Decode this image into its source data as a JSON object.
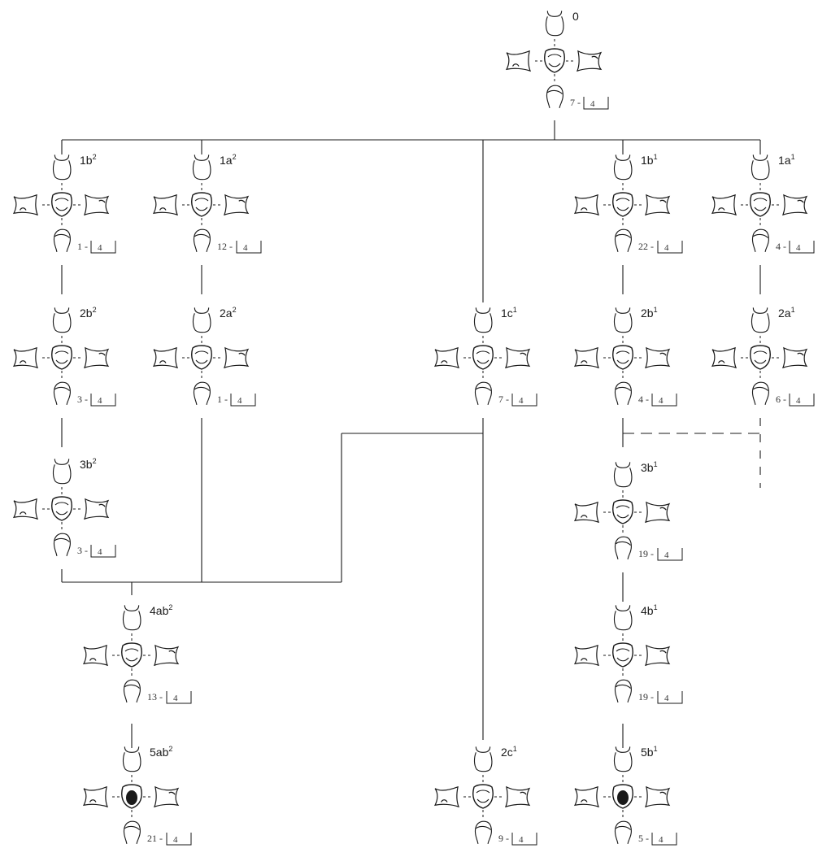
{
  "colors": {
    "ink": "#1a1a1a",
    "background": "#ffffff"
  },
  "nodes": [
    {
      "id": "n0",
      "label": "0",
      "sup": "",
      "count": "7",
      "scale": "4",
      "solid": false
    },
    {
      "id": "n1b2",
      "label": "1b",
      "sup": "2",
      "count": "1",
      "scale": "4",
      "solid": false
    },
    {
      "id": "n1a2",
      "label": "1a",
      "sup": "2",
      "count": "12",
      "scale": "4",
      "solid": false
    },
    {
      "id": "n1b1",
      "label": "1b",
      "sup": "1",
      "count": "22",
      "scale": "4",
      "solid": false
    },
    {
      "id": "n1a1",
      "label": "1a",
      "sup": "1",
      "count": "4",
      "scale": "4",
      "solid": false
    },
    {
      "id": "n2b2",
      "label": "2b",
      "sup": "2",
      "count": "3",
      "scale": "4",
      "solid": false
    },
    {
      "id": "n2a2",
      "label": "2a",
      "sup": "2",
      "count": "1",
      "scale": "4",
      "solid": false
    },
    {
      "id": "n1c1",
      "label": "1c",
      "sup": "1",
      "count": "7",
      "scale": "4",
      "solid": false
    },
    {
      "id": "n2b1",
      "label": "2b",
      "sup": "1",
      "count": "4",
      "scale": "4",
      "solid": false
    },
    {
      "id": "n2a1",
      "label": "2a",
      "sup": "1",
      "count": "6",
      "scale": "4",
      "solid": false
    },
    {
      "id": "n3b2",
      "label": "3b",
      "sup": "2",
      "count": "3",
      "scale": "4",
      "solid": false
    },
    {
      "id": "n3b1",
      "label": "3b",
      "sup": "1",
      "count": "19",
      "scale": "4",
      "solid": false
    },
    {
      "id": "n4ab2",
      "label": "4ab",
      "sup": "2",
      "count": "13",
      "scale": "4",
      "solid": false
    },
    {
      "id": "n4b1",
      "label": "4b",
      "sup": "1",
      "count": "19",
      "scale": "4",
      "solid": false
    },
    {
      "id": "n5ab2",
      "label": "5ab",
      "sup": "2",
      "count": "21",
      "scale": "4",
      "solid": true
    },
    {
      "id": "n2c1",
      "label": "2c",
      "sup": "1",
      "count": "9",
      "scale": "4",
      "solid": false
    },
    {
      "id": "n5b1",
      "label": "5b",
      "sup": "1",
      "count": "5",
      "scale": "4",
      "solid": true
    }
  ]
}
